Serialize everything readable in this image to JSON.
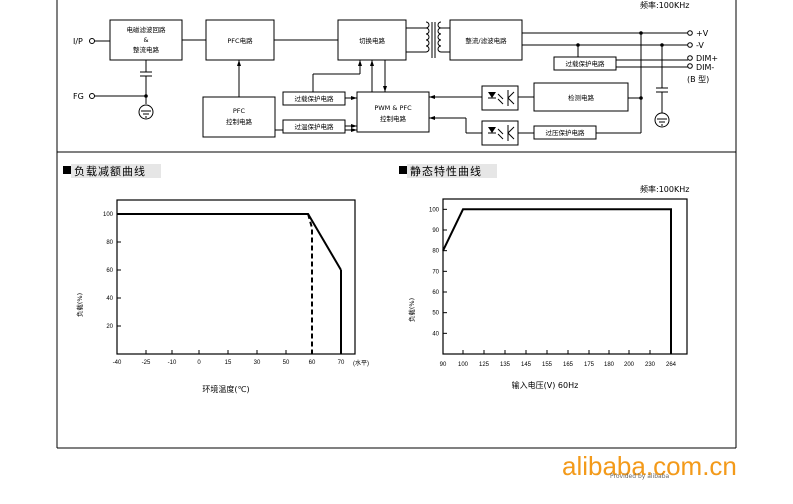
{
  "block_diagram": {
    "freq_label": "频率:100KHz",
    "ip_label": "I/P",
    "fg_label": "FG",
    "emi_block": [
      "电磁滤波回路",
      "&",
      "整流电路"
    ],
    "pfc_block": "PFC电路",
    "switch_block": "切换电路",
    "rect_block": "整流/滤波电路",
    "pfc_ctrl_block": [
      "PFC",
      "控制电路"
    ],
    "ocp_left": "过载保护电路",
    "otp_left": "过温保护电路",
    "pwm_block": [
      "PWM & PFC",
      "控制电路"
    ],
    "detect_block": "检测电路",
    "ovp_block": "过压保护电路",
    "ocp_right": "过载保护电路",
    "outputs": [
      "+V",
      "-V",
      "DIM+",
      "DIM-",
      "(B 型)"
    ]
  },
  "derating": {
    "section_title": "负载减额曲线",
    "ylabel": "负载(%)",
    "xlabel": "环境温度(℃)",
    "x_unit_note": "(水平)"
  },
  "static": {
    "section_title": "静态特性曲线",
    "freq_label": "频率:100KHz",
    "ylabel": "负载(%)",
    "xlabel": "输入电压(V) 60Hz"
  },
  "watermark": {
    "brand": "alibaba.com.cn",
    "sub": "Provided by alibaba"
  },
  "chart_data": [
    {
      "type": "line",
      "title": "负载减额曲线",
      "xlabel": "环境温度(℃)",
      "ylabel": "负载(%)",
      "x_ticks": [
        "-40",
        "-25",
        "-10",
        "0",
        "15",
        "30",
        "50",
        "60",
        "70"
      ],
      "y_ticks": [
        "20",
        "40",
        "60",
        "80",
        "100"
      ],
      "xlim": [
        -40,
        70
      ],
      "ylim": [
        0,
        110
      ],
      "grid": false,
      "series": [
        {
          "style": "solid",
          "x": [
            -40,
            58.5,
            70
          ],
          "y": [
            100,
            100,
            60
          ]
        },
        {
          "style": "solid-vertical",
          "x": [
            70,
            70
          ],
          "y": [
            60,
            0
          ]
        },
        {
          "style": "dashed",
          "x": [
            58.5,
            60,
            60
          ],
          "y": [
            100,
            90,
            0
          ]
        }
      ]
    },
    {
      "type": "line",
      "title": "静态特性曲线",
      "xlabel": "输入电压(V) 60Hz",
      "ylabel": "负载(%)",
      "x_ticks": [
        "90",
        "100",
        "125",
        "135",
        "145",
        "155",
        "165",
        "175",
        "180",
        "200",
        "230",
        "264"
      ],
      "y_ticks": [
        "40",
        "50",
        "60",
        "70",
        "80",
        "90",
        "100"
      ],
      "ylim": [
        30,
        105
      ],
      "grid": false,
      "series": [
        {
          "style": "solid",
          "x": [
            "90",
            "100",
            "264",
            "264"
          ],
          "y": [
            80,
            100,
            100,
            30
          ]
        }
      ]
    }
  ]
}
